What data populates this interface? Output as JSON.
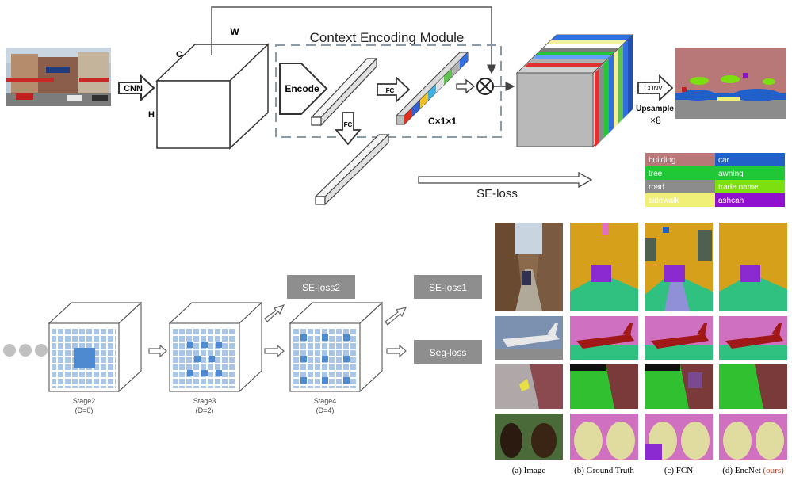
{
  "top": {
    "module_title": "Context Encoding Module",
    "cnn_label": "CNN",
    "dim_w": "W",
    "dim_c": "C",
    "dim_h": "H",
    "encode_label": "Encode",
    "fc_label_1": "FC",
    "fc_label_2": "FC",
    "cx11": "C×1×1",
    "conv_label": "CONV",
    "upsample_label": "Upsample",
    "upsample_factor": "×8",
    "se_loss": "SE-loss"
  },
  "legend": [
    {
      "label": "building",
      "color": "#b87878"
    },
    {
      "label": "car",
      "color": "#2060c8"
    },
    {
      "label": "tree",
      "color": "#20c838"
    },
    {
      "label": "awning",
      "color": "#20c838"
    },
    {
      "label": "road",
      "color": "#8c8c8c"
    },
    {
      "label": "trade name",
      "color": "#7ce010"
    },
    {
      "label": "sidewalk",
      "color": "#f0f078"
    },
    {
      "label": "ashcan",
      "color": "#9010d0"
    }
  ],
  "bottom": {
    "stage2": "Stage2",
    "stage2_d": "(D=0)",
    "stage3": "Stage3",
    "stage3_d": "(D=2)",
    "stage4": "Stage4",
    "stage4_d": "(D=4)",
    "se_loss2": "SE-loss2",
    "se_loss1": "SE-loss1",
    "seg_loss": "Seg-loss"
  },
  "captions": {
    "a": "(a) Image",
    "b": "(b) Ground Truth",
    "c": "(c) FCN",
    "d_prefix": "(d) EncNet ",
    "d_ours": "(ours)",
    "ours_color": "#c04020"
  }
}
